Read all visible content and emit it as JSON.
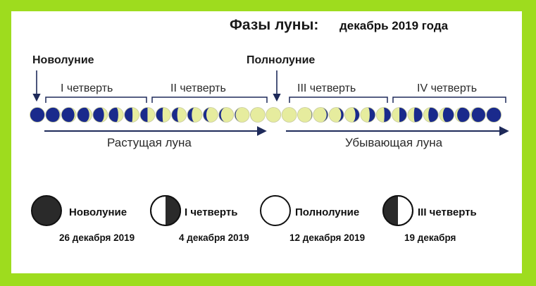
{
  "title": {
    "main": "Фазы луны:",
    "sub": "декабрь 2019 года"
  },
  "timeline": {
    "new_moon_label": "Новолуние",
    "full_moon_label": "Полнолуние",
    "quarters": [
      "I четверть",
      "II четверть",
      "III четверть",
      "IV четверть"
    ],
    "waxing_label": "Растущая луна",
    "waning_label": "Убывающая луна",
    "phases": [
      {
        "lit": 0.0,
        "side": "r"
      },
      {
        "lit": 0.06,
        "side": "r"
      },
      {
        "lit": 0.12,
        "side": "r"
      },
      {
        "lit": 0.18,
        "side": "r"
      },
      {
        "lit": 0.25,
        "side": "r"
      },
      {
        "lit": 0.35,
        "side": "r"
      },
      {
        "lit": 0.45,
        "side": "r"
      },
      {
        "lit": 0.5,
        "side": "r"
      },
      {
        "lit": 0.55,
        "side": "r"
      },
      {
        "lit": 0.62,
        "side": "r"
      },
      {
        "lit": 0.7,
        "side": "r"
      },
      {
        "lit": 0.78,
        "side": "r"
      },
      {
        "lit": 0.86,
        "side": "r"
      },
      {
        "lit": 0.93,
        "side": "r"
      },
      {
        "lit": 0.98,
        "side": "r"
      },
      {
        "lit": 1.0,
        "side": "r"
      },
      {
        "lit": 1.0,
        "side": "l"
      },
      {
        "lit": 0.96,
        "side": "l"
      },
      {
        "lit": 0.9,
        "side": "l"
      },
      {
        "lit": 0.82,
        "side": "l"
      },
      {
        "lit": 0.72,
        "side": "l"
      },
      {
        "lit": 0.62,
        "side": "l"
      },
      {
        "lit": 0.55,
        "side": "l"
      },
      {
        "lit": 0.5,
        "side": "l"
      },
      {
        "lit": 0.42,
        "side": "l"
      },
      {
        "lit": 0.33,
        "side": "l"
      },
      {
        "lit": 0.25,
        "side": "l"
      },
      {
        "lit": 0.15,
        "side": "l"
      },
      {
        "lit": 0.07,
        "side": "l"
      },
      {
        "lit": 0.0,
        "side": "l"
      }
    ]
  },
  "legend": [
    {
      "name": "Новолуние",
      "date": "26 декабря 2019",
      "icon": "new-moon-icon"
    },
    {
      "name": "I четверть",
      "date": "4 декабря 2019",
      "icon": "first-quarter-icon"
    },
    {
      "name": "Полнолуние",
      "date": "12 декабря 2019",
      "icon": "full-moon-icon"
    },
    {
      "name": "III четверть",
      "date": "19 декабря",
      "icon": "last-quarter-icon"
    }
  ],
  "colors": {
    "frame": "#9edc1e",
    "moon_dark": "#1a2a8c",
    "moon_lit": "#e6ec9e",
    "line": "#1e2a5a",
    "legend_dark": "#2a2a2a"
  }
}
